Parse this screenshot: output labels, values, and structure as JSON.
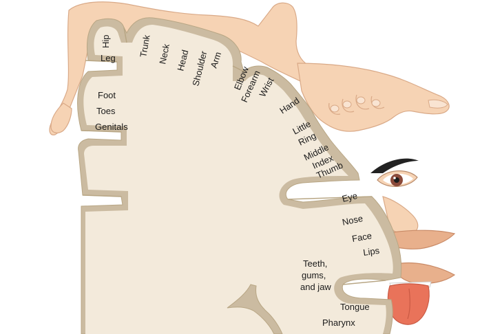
{
  "labels": {
    "hip": "Hip",
    "leg": "Leg",
    "foot": "Foot",
    "toes": "Toes",
    "genitals": "Genitals",
    "trunk": "Trunk",
    "neck": "Neck",
    "head": "Head",
    "shoulder": "Shoulder",
    "arm": "Arm",
    "elbow": "Elbow",
    "forearm": "Forearm",
    "wrist": "Wrist",
    "hand": "Hand",
    "little": "Little",
    "ring": "Ring",
    "middle": "Middle",
    "index": "Index",
    "thumb": "Thumb",
    "eye": "Eye",
    "nose": "Nose",
    "face": "Face",
    "lips": "Lips",
    "teeth_1": "Teeth,",
    "teeth_2": "gums,",
    "teeth_3": "and jaw",
    "tongue": "Tongue",
    "pharynx": "Pharynx"
  },
  "colors": {
    "cortex_inner": "#f3eadb",
    "cortex_band": "#cbbba1",
    "skin": "#f6d3b4",
    "skin_outline": "#d9a987",
    "lips": "#e8b08c",
    "tongue": "#e9735a",
    "brow": "#222222",
    "iris": "#8b4a3a"
  }
}
